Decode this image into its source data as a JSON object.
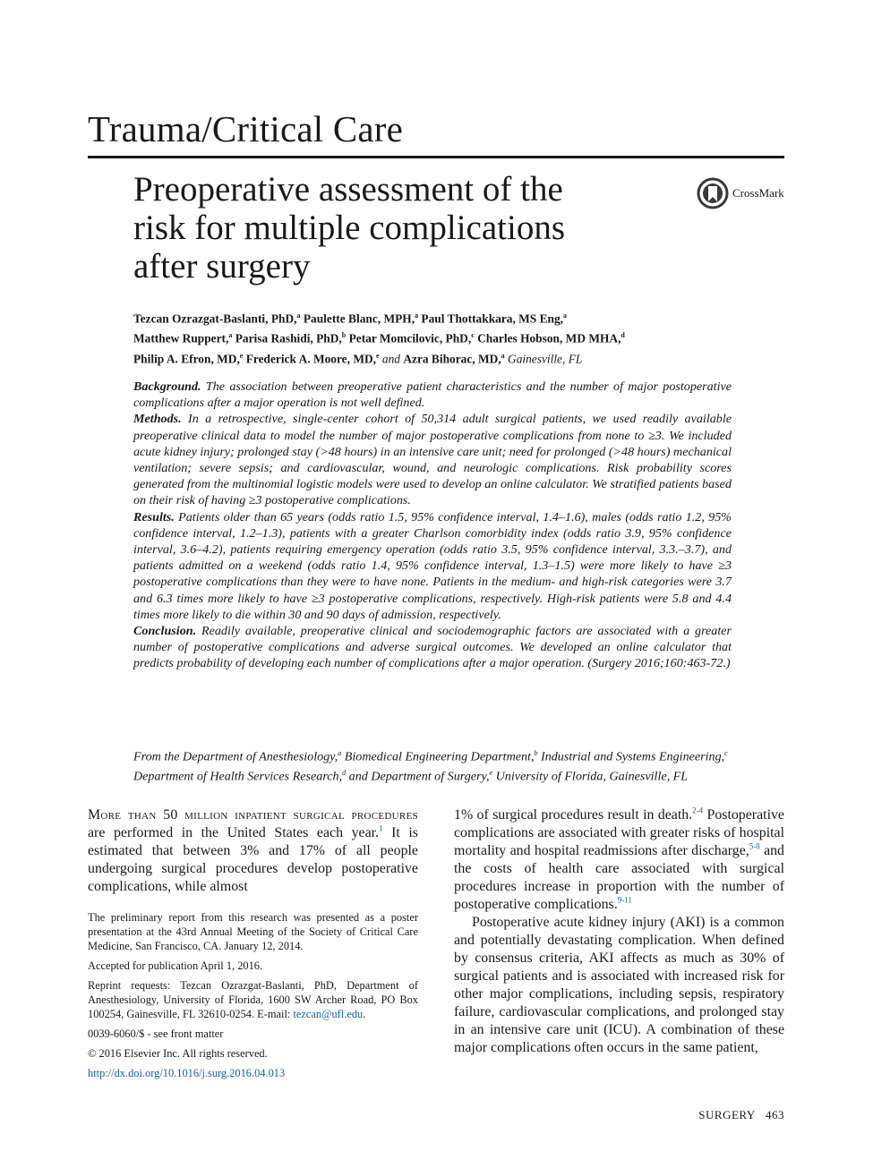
{
  "header": {
    "section": "Trauma/Critical Care",
    "title_lines": [
      "Preoperative assessment of the",
      "risk for multiple complications",
      "after surgery"
    ],
    "crossmark_label": "CrossMark"
  },
  "authors": {
    "a1": "Tezcan Ozrazgat-Baslanti, PhD,",
    "a1s": "a",
    "a2": " Paulette Blanc, MPH,",
    "a2s": "a",
    "a3": " Paul Thottakkara, MS Eng,",
    "a3s": "a",
    "a4": "Matthew Ruppert,",
    "a4s": "a",
    "a5": " Parisa Rashidi, PhD,",
    "a5s": "b",
    "a6": " Petar Momcilovic, PhD,",
    "a6s": "c",
    "a7": " Charles Hobson, MD MHA,",
    "a7s": "d",
    "a8": "Philip A. Efron, MD,",
    "a8s": "e",
    "a9": " Frederick A. Moore, MD,",
    "a9s": "e",
    "and": " and ",
    "a10": "Azra Bihorac, MD,",
    "a10s": "a",
    "location": " Gainesville, FL"
  },
  "abstract": {
    "background_head": "Background.",
    "background": " The association between preoperative patient characteristics and the number of major postoperative complications after a major operation is not well defined.",
    "methods_head": "Methods.",
    "methods": " In a retrospective, single-center cohort of 50,314 adult surgical patients, we used readily available preoperative clinical data to model the number of major postoperative complications from none to ≥3. We included acute kidney injury; prolonged stay (>48 hours) in an intensive care unit; need for prolonged (>48 hours) mechanical ventilation; severe sepsis; and cardiovascular, wound, and neurologic complications. Risk probability scores generated from the multinomial logistic models were used to develop an online calculator. We stratified patients based on their risk of having ≥3 postoperative complications.",
    "results_head": "Results.",
    "results": " Patients older than 65 years (odds ratio 1.5, 95% confidence interval, 1.4–1.6), males (odds ratio 1.2, 95% confidence interval, 1.2–1.3), patients with a greater Charlson comorbidity index (odds ratio 3.9, 95% confidence interval, 3.6–4.2), patients requiring emergency operation (odds ratio 3.5, 95% confidence interval, 3.3.–3.7), and patients admitted on a weekend (odds ratio 1.4, 95% confidence interval, 1.3–1.5) were more likely to have ≥3 postoperative complications than they were to have none. Patients in the medium- and high-risk categories were 3.7 and 6.3 times more likely to have ≥3 postoperative complications, respectively. High-risk patients were 5.8 and 4.4 times more likely to die within 30 and 90 days of admission, respectively.",
    "conclusion_head": "Conclusion.",
    "conclusion": " Readily available, preoperative clinical and sociodemographic factors are associated with a greater number of postoperative complications and adverse surgical outcomes. We developed an online calculator that predicts probability of developing each number of complications after a major operation. (Surgery 2016;160:463-72.)"
  },
  "from": {
    "t1": "From the Department of Anesthesiology,",
    "s1": "a",
    "t2": " Biomedical Engineering Department,",
    "s2": "b",
    "t3": " Industrial and Systems Engineering,",
    "s3": "c",
    "t4": " Department of Health Services Research,",
    "s4": "d",
    "t5": " and Department of Surgery,",
    "s5": "e",
    "t6": " University of Florida, Gainesville, FL"
  },
  "body_left": {
    "lead_sc": "More than 50 million inpatient surgical procedures",
    "t1": " are performed in the United States each year.",
    "r1": "1",
    "t2": " It is estimated that between 3% and 17% of all people undergoing surgical procedures develop postoperative complications, while almost"
  },
  "footnotes": {
    "f1": "The preliminary report from this research was presented as a poster presentation at the 43rd Annual Meeting of the Society of Critical Care Medicine, San Francisco, CA. January 12, 2014.",
    "f2": "Accepted for publication April 1, 2016.",
    "f3": "Reprint requests: Tezcan Ozrazgat-Baslanti, PhD, Department of Anesthesiology, University of Florida, 1600 SW Archer Road, PO Box 100254, Gainesville, FL 32610-0254. E-mail: ",
    "email": "tezcan@ufl.edu",
    "f3end": ".",
    "f4": "0039-6060/$ - see front matter",
    "f5": "© 2016 Elsevier Inc. All rights reserved.",
    "doi": "http://dx.doi.org/10.1016/j.surg.2016.04.013"
  },
  "body_right": {
    "p1a": "1% of surgical procedures result in death.",
    "r1": "2-4",
    "p1b": " Postoperative complications are associated with greater risks of hospital mortality and hospital readmissions after discharge,",
    "r2": "5-8",
    "p1c": " and the costs of health care associated with surgical procedures increase in proportion with the number of postoperative complications.",
    "r3": "9-11",
    "p2": "Postoperative acute kidney injury (AKI) is a common and potentially devastating complication. When defined by consensus criteria, AKI affects as much as 30% of surgical patients and is associated with increased risk for other major complications, including sepsis, respiratory failure, cardiovascular complications, and prolonged stay in an intensive care unit (ICU). A combination of these major complications often occurs in the same patient,"
  },
  "footer": {
    "journal": "SURGERY",
    "page": "463"
  },
  "colors": {
    "link": "#1a5fa8",
    "text": "#1a1a1a"
  }
}
